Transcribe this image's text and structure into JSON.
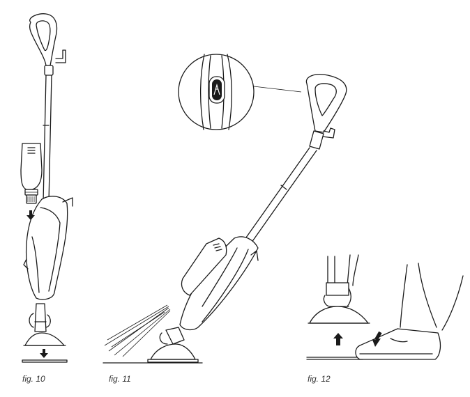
{
  "figures": [
    {
      "id": "fig10",
      "caption": "fig. 10"
    },
    {
      "id": "fig11",
      "caption": "fig. 11"
    },
    {
      "id": "fig12",
      "caption": "fig. 12"
    }
  ],
  "colors": {
    "line": "#1a1a1a",
    "background": "#ffffff",
    "caption": "#333333"
  },
  "icons": [
    "steam-mop-icon",
    "water-tank-icon",
    "down-arrow-icon",
    "up-arrow-icon",
    "steam-trigger-icon",
    "foot-icon"
  ]
}
